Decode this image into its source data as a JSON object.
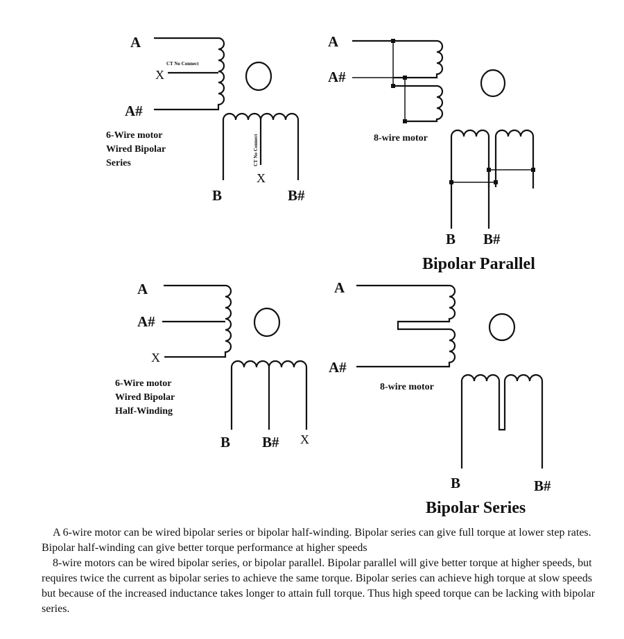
{
  "top_left": {
    "label_a": "A",
    "label_a_sharp": "A#",
    "label_x_a": "X",
    "label_ct_a": "CT No Connect",
    "label_ct_b": "CT No Connect",
    "label_x_b": "X",
    "label_b": "B",
    "label_b_sharp": "B#",
    "title_lines": [
      "6-Wire motor",
      "Wired Bipolar",
      "Series"
    ]
  },
  "top_right": {
    "label_a": "A",
    "label_a_sharp": "A#",
    "motor_label": "8-wire motor",
    "label_b": "B",
    "label_b_sharp": "B#",
    "caption": "Bipolar Parallel"
  },
  "bottom_left": {
    "label_a": "A",
    "label_a_sharp": "A#",
    "label_x_a": "X",
    "title_lines": [
      "6-Wire motor",
      "Wired Bipolar",
      "Half-Winding"
    ],
    "label_b": "B",
    "label_b_sharp": "B#",
    "label_x_b": "X"
  },
  "bottom_right": {
    "label_a": "A",
    "label_a_sharp": "A#",
    "motor_label": "8-wire motor",
    "label_b": "B",
    "label_b_sharp": "B#",
    "caption": "Bipolar Series"
  },
  "explanation": {
    "para1": "A 6-wire motor can be wired bipolar series or bipolar half-winding.  Bipolar series can give full torque at lower step rates.  Bipolar half-winding can give better torque performance at higher speeds",
    "para2": "8-wire motors can be wired bipolar series, or bipolar parallel.  Bipolar parallel will give better torque at higher speeds, but requires twice the current as bipolar series to achieve the same torque.  Bipolar series can achieve high torque at slow speeds but because of the increased inductance takes longer to attain full torque.  Thus high speed torque can be lacking with bipolar series."
  }
}
